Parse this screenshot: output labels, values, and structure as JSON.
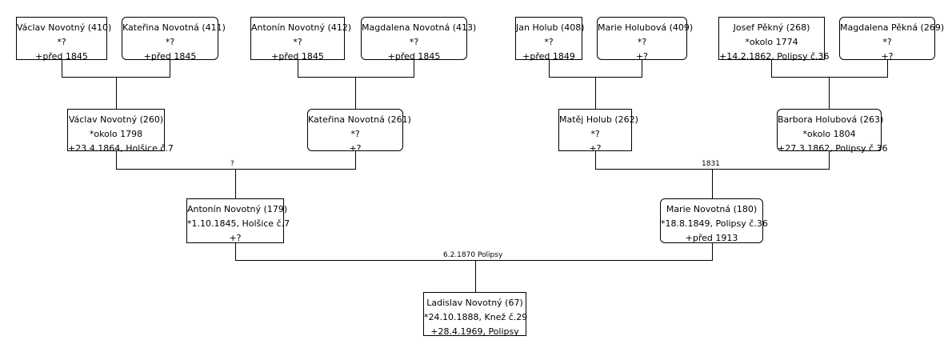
{
  "people": {
    "p410": {
      "name": "Václav Novotný (410)",
      "birth": "*?",
      "death": "+před 1845",
      "sex": "male"
    },
    "p411": {
      "name": "Kateřina Novotná (411)",
      "birth": "*?",
      "death": "+před 1845",
      "sex": "female"
    },
    "p412": {
      "name": "Antonín Novotný (412)",
      "birth": "*?",
      "death": "+před 1845",
      "sex": "male"
    },
    "p413": {
      "name": "Magdalena Novotná (413)",
      "birth": "*?",
      "death": "+před 1845",
      "sex": "female"
    },
    "p408": {
      "name": "Jan Holub (408)",
      "birth": "*?",
      "death": "+před 1849",
      "sex": "male"
    },
    "p409": {
      "name": "Marie Holubová (409)",
      "birth": "*?",
      "death": "+?",
      "sex": "female"
    },
    "p268": {
      "name": "Josef Pěkný (268)",
      "birth": "*okolo 1774",
      "death": "+14.2.1862, Polipsy č.36",
      "sex": "male"
    },
    "p269": {
      "name": "Magdalena Pěkná (269)",
      "birth": "*?",
      "death": "+?",
      "sex": "female"
    },
    "p260": {
      "name": "Václav Novotný (260)",
      "birth": "*okolo 1798",
      "death": "+23.4.1864, Holšice č.7",
      "sex": "male"
    },
    "p261": {
      "name": "Kateřina Novotná (261)",
      "birth": "*?",
      "death": "+?",
      "sex": "female"
    },
    "p262": {
      "name": "Matěj Holub (262)",
      "birth": "*?",
      "death": "+?",
      "sex": "male"
    },
    "p263": {
      "name": "Barbora Holubová (263)",
      "birth": "*okolo 1804",
      "death": "+27.3.1862, Polipsy č.36",
      "sex": "female"
    },
    "p179": {
      "name": "Antonín Novotný (179)",
      "birth": "*1.10.1845, Holšice č.7",
      "death": "+?",
      "sex": "male"
    },
    "p180": {
      "name": "Marie Novotná (180)",
      "birth": "*18.8.1849, Polipsy č.36",
      "death": "+před 1913",
      "sex": "female"
    },
    "p67": {
      "name": "Ladislav Novotný (67)",
      "birth": "*24.10.1888, Knež č.29",
      "death": "+28.4.1969, Polipsy",
      "sex": "male"
    }
  },
  "marriages": {
    "m260_261": "?",
    "m262_263": "1831",
    "m179_180": "6.2.1870 Polipsy"
  }
}
